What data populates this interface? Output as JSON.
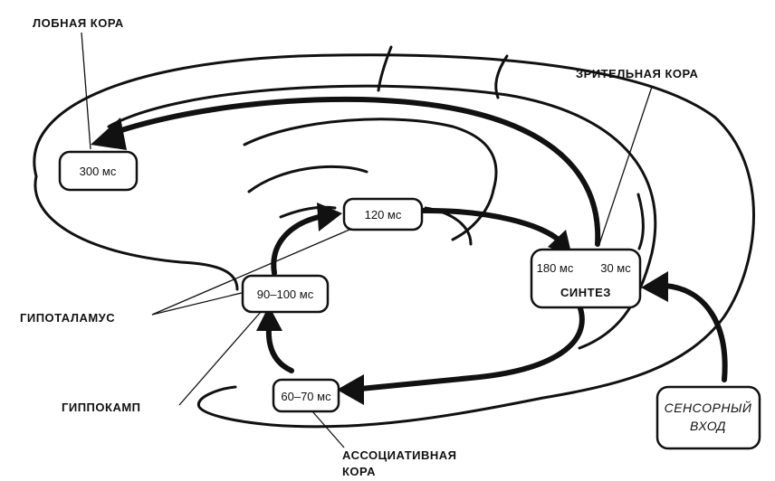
{
  "labels": {
    "frontal_cortex": "ЛОБНАЯ КОРА",
    "visual_cortex": "ЗРИТЕЛЬНАЯ КОРА",
    "hypothalamus": "ГИПОТАЛАМУС",
    "hippocampus": "ГИППОКАМП",
    "association_cortex_line1": "АССОЦИАТИВНАЯ",
    "association_cortex_line2": "КОРА"
  },
  "boxes": {
    "frontal": "300 мс",
    "top": "120 мс",
    "hippocampus": "90–100 мс",
    "association": "60–70 мс",
    "synthesis_left": "180 мс",
    "synthesis_right": "30 мс",
    "synthesis_caption": "СИНТЕЗ",
    "sensory_line1": "СЕНСОРНЫЙ",
    "sensory_line2": "ВХОД"
  }
}
